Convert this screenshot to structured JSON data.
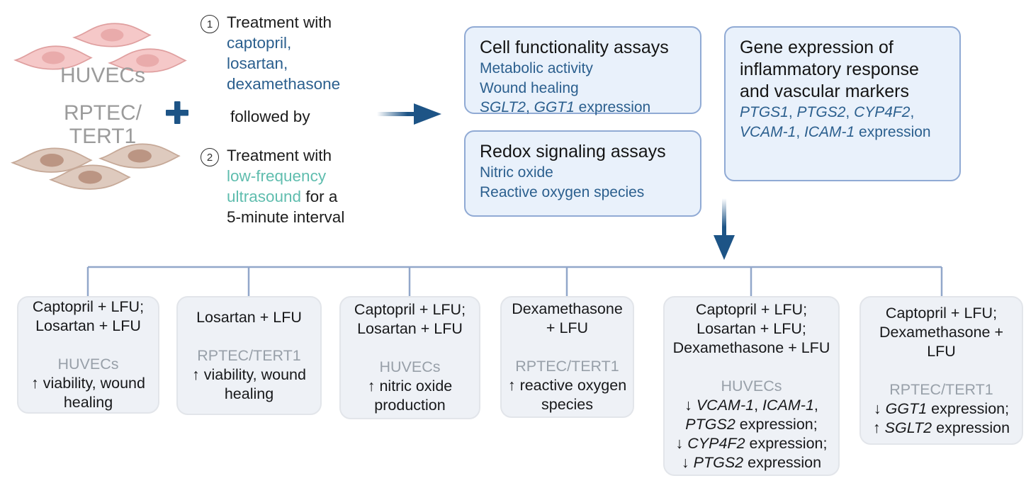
{
  "colors": {
    "accent_blue": "#1d5486",
    "text_blue": "#2b5f8e",
    "teal": "#5fbdae",
    "gray_label": "#9b9b9b",
    "info_box_fill": "#e9f1fb",
    "info_box_border": "#90aad4",
    "outcome_box_fill": "#eef1f6",
    "rail": "#92a7ca"
  },
  "cell_groups": {
    "huvec": {
      "label": "HUVECs"
    },
    "rptec": {
      "label_lines": [
        "RPTEC/",
        "TERT1"
      ]
    },
    "plus_sign": "+"
  },
  "protocol": {
    "step1": {
      "number": "1",
      "intro": "Treatment with",
      "drug_lines": [
        "captopril,",
        "losartan,",
        "dexamethasone"
      ]
    },
    "between": "followed by",
    "step2": {
      "number": "2",
      "intro": "Treatment with",
      "lines": [
        [
          {
            "t": "low-frequency",
            "c": "teal"
          }
        ],
        [
          {
            "t": "ultrasound",
            "c": "teal"
          },
          {
            "t": " for a"
          }
        ],
        [
          {
            "t": "5-minute interval"
          }
        ]
      ]
    }
  },
  "assay_boxes": [
    {
      "title": "Cell functionality assays",
      "items": [
        [
          {
            "t": "Metabolic activity"
          }
        ],
        [
          {
            "t": "Wound healing"
          }
        ],
        [
          {
            "t": "SGLT2",
            "i": true
          },
          {
            "t": ", "
          },
          {
            "t": "GGT1",
            "i": true
          },
          {
            "t": " expression"
          }
        ]
      ]
    },
    {
      "title": "Redox signaling assays",
      "items": [
        [
          {
            "t": "Nitric oxide"
          }
        ],
        [
          {
            "t": "Reactive oxygen species"
          }
        ]
      ]
    }
  ],
  "gene_box": {
    "title_lines": [
      "Gene expression of",
      "inflammatory response",
      "and vascular markers"
    ],
    "items": [
      [
        {
          "t": "PTGS1",
          "i": true
        },
        {
          "t": ", "
        },
        {
          "t": "PTGS2",
          "i": true
        },
        {
          "t": ", "
        },
        {
          "t": "CYP4F2",
          "i": true
        },
        {
          "t": ","
        }
      ],
      [
        {
          "t": "VCAM-1",
          "i": true
        },
        {
          "t": ", "
        },
        {
          "t": "ICAM-1",
          "i": true
        },
        {
          "t": " expression"
        }
      ]
    ]
  },
  "outcome_boxes": [
    {
      "treatment_lines": [
        "Captopril + LFU;",
        "Losartan + LFU"
      ],
      "cell_type": "HUVECs",
      "effect_lines": [
        [
          {
            "t": "↑ viability, wound"
          }
        ],
        [
          {
            "t": "healing"
          }
        ]
      ]
    },
    {
      "treatment_lines": [
        "Losartan + LFU"
      ],
      "cell_type": "RPTEC/TERT1",
      "effect_lines": [
        [
          {
            "t": "↑ viability, wound"
          }
        ],
        [
          {
            "t": "healing"
          }
        ]
      ]
    },
    {
      "treatment_lines": [
        "Captopril + LFU;",
        "Losartan + LFU"
      ],
      "cell_type": "HUVECs",
      "effect_lines": [
        [
          {
            "t": "↑ nitric oxide"
          }
        ],
        [
          {
            "t": "production"
          }
        ]
      ]
    },
    {
      "treatment_lines": [
        "Dexamethasone",
        "+ LFU"
      ],
      "cell_type": "RPTEC/TERT1",
      "effect_lines": [
        [
          {
            "t": "↑ reactive oxygen"
          }
        ],
        [
          {
            "t": "species"
          }
        ]
      ]
    },
    {
      "treatment_lines": [
        "Captopril + LFU;",
        "Losartan + LFU;",
        "Dexamethasone + LFU"
      ],
      "cell_type": "HUVECs",
      "effect_lines": [
        [
          {
            "t": "↓ "
          },
          {
            "t": "VCAM-1",
            "i": true
          },
          {
            "t": ", "
          },
          {
            "t": "ICAM-1",
            "i": true
          },
          {
            "t": ","
          }
        ],
        [
          {
            "t": "PTGS2",
            "i": true
          },
          {
            "t": " expression;"
          }
        ],
        [
          {
            "t": "↓ "
          },
          {
            "t": "CYP4F2",
            "i": true
          },
          {
            "t": " expression;"
          }
        ],
        [
          {
            "t": "↓ "
          },
          {
            "t": "PTGS2",
            "i": true
          },
          {
            "t": " expression"
          }
        ]
      ]
    },
    {
      "treatment_lines": [
        "Captopril + LFU;",
        "Dexamethasone +",
        "LFU"
      ],
      "cell_type": "RPTEC/TERT1",
      "effect_lines": [
        [
          {
            "t": "↓ "
          },
          {
            "t": "GGT1",
            "i": true
          },
          {
            "t": " expression;"
          }
        ],
        [
          {
            "t": "↑ "
          },
          {
            "t": "SGLT2",
            "i": true
          },
          {
            "t": " expression"
          }
        ]
      ]
    }
  ]
}
